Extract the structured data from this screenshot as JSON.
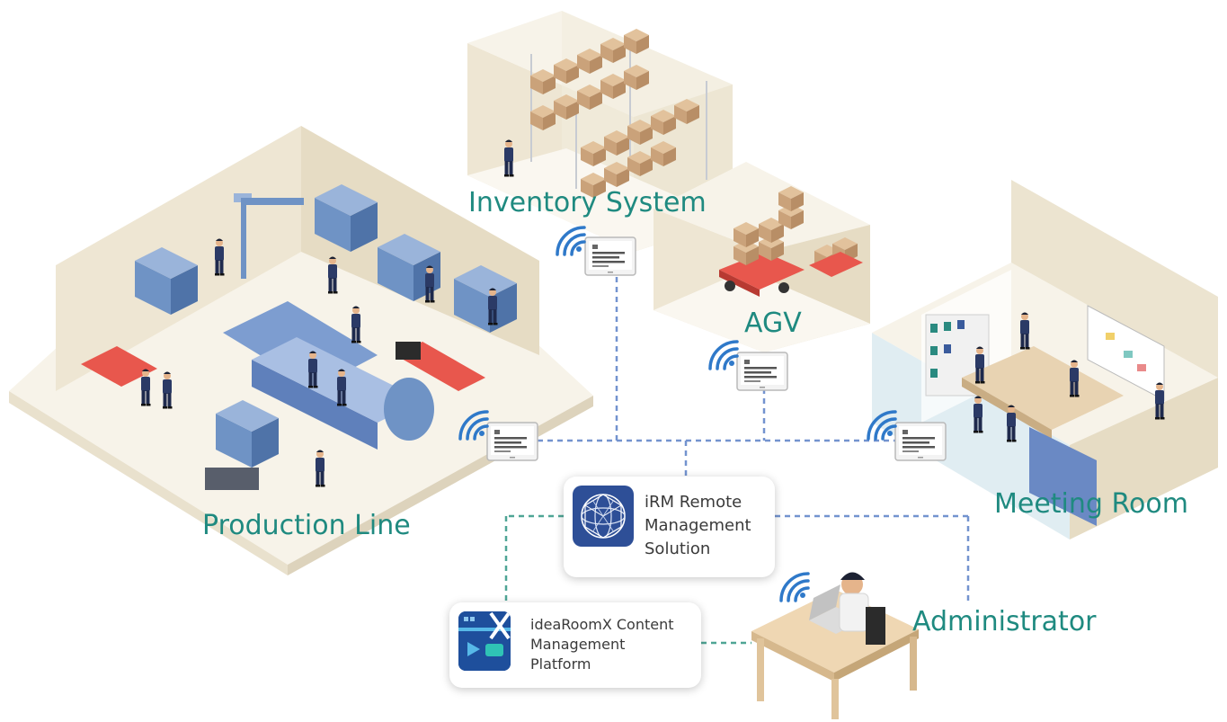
{
  "zones": {
    "inventory": "Inventory System",
    "agv": "AGV",
    "production": "Production Line",
    "meeting": "Meeting Room"
  },
  "irm_card": {
    "lines": [
      "iRM Remote",
      "Management",
      "Solution"
    ],
    "icon": "globe-network-icon",
    "icon_color": "#2e4f97"
  },
  "idearoom_card": {
    "lines": [
      "ideaRoomX Content",
      "Management",
      "Platform"
    ],
    "icon": "idearoomx-app-icon",
    "icon_color": "#1e4f9c"
  },
  "administrator": "Administrator",
  "colors": {
    "label_teal": "#1f8a80",
    "link_blue": "#7393cf",
    "link_green": "#4fa595",
    "wifi_blue": "#2f79c9"
  }
}
